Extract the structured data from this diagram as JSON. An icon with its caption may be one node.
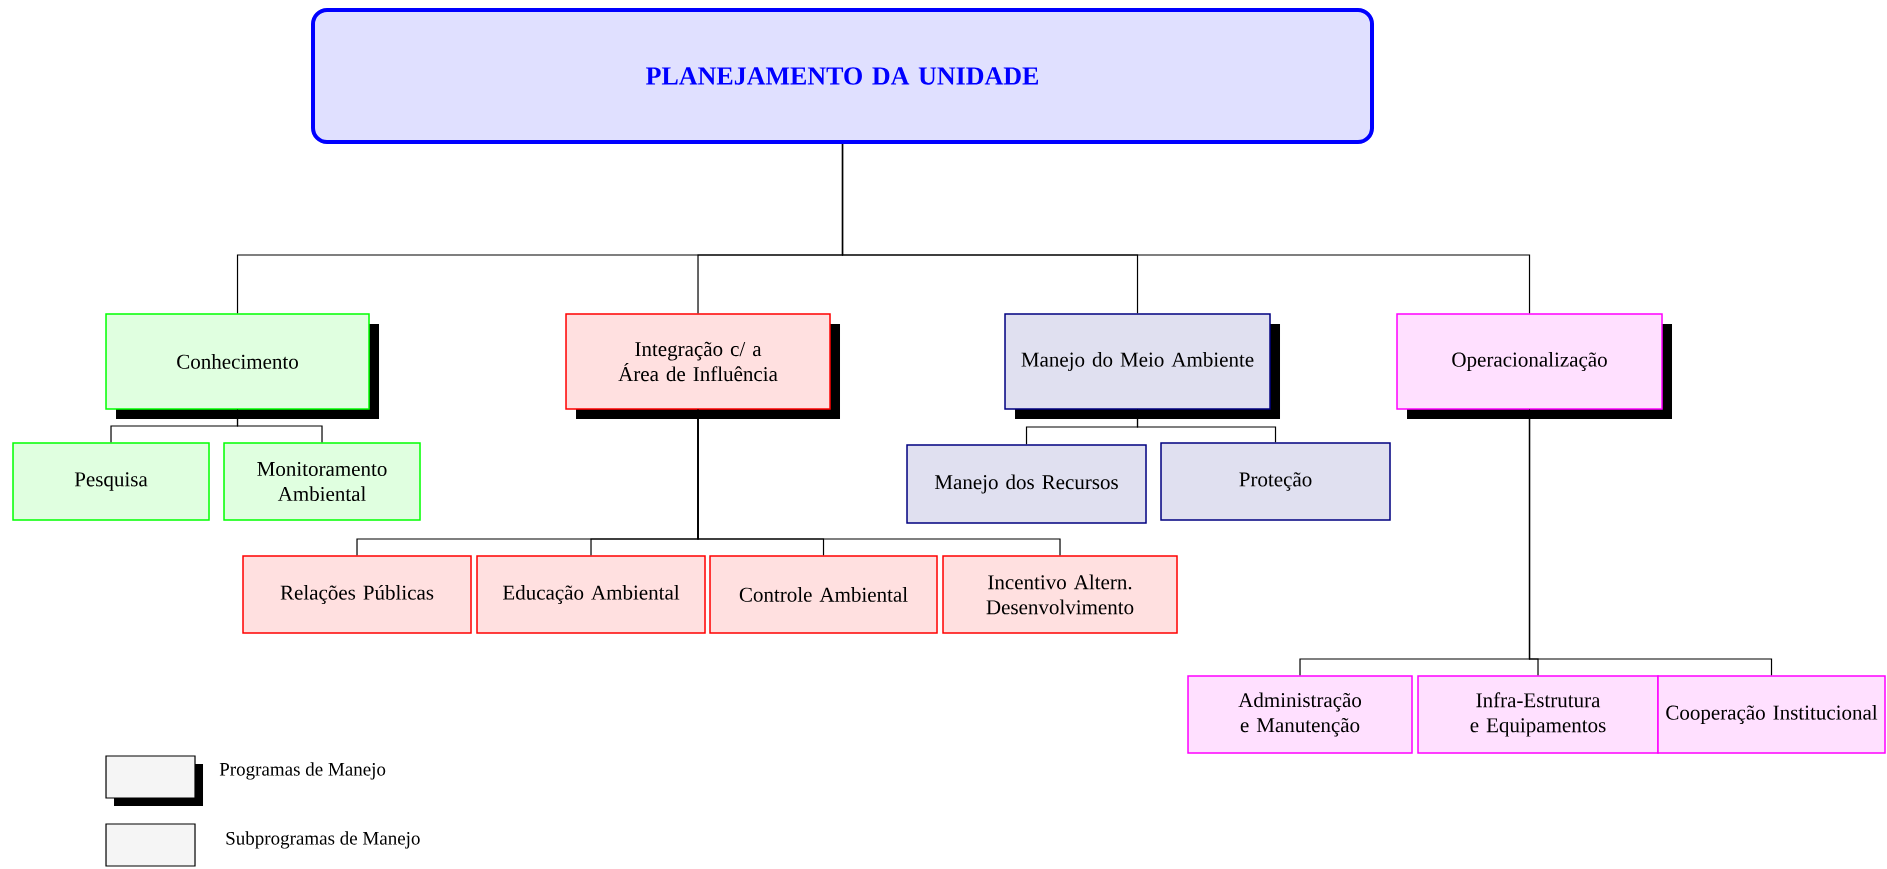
{
  "diagram": {
    "nodes": [
      {
        "text": [
          "PLANEJAMENTO DA UNIDADE"
        ]
      },
      {
        "text": [
          "Conhecimento"
        ]
      },
      {
        "text": [
          "Integração c/ a Área de Influência"
        ]
      },
      {
        "text": [
          "Manejo do Meio Ambiente"
        ]
      },
      {
        "text": [
          "Operacionalização"
        ]
      },
      {
        "text": [
          "Pesquisa"
        ]
      },
      {
        "text": [
          "Monitoramento Ambiental"
        ]
      },
      {
        "text": [
          "Manejo dos Recursos"
        ]
      },
      {
        "text": [
          "Proteção"
        ]
      },
      {
        "text": [
          "Relações Públicas"
        ]
      },
      {
        "text": [
          "Educação Ambiental"
        ]
      },
      {
        "text": [
          "Controle Ambiental"
        ]
      },
      {
        "text": [
          "Incentivo Altern. Desenvolvimento"
        ]
      },
      {
        "text": [
          "Administração e Manutenção"
        ]
      },
      {
        "text": [
          "Infra-Estrutura e Equipamentos"
        ]
      },
      {
        "text": [
          "Cooperação Institucional"
        ]
      }
    ],
    "edges": [
      {
        "from": 0,
        "to": 1,
        "arrow": "none"
      },
      {
        "from": 0,
        "to": 2,
        "arrow": "none"
      },
      {
        "from": 0,
        "to": 3,
        "arrow": "none"
      },
      {
        "from": 0,
        "to": 4,
        "arrow": "none"
      },
      {
        "from": 1,
        "to": 5,
        "arrow": "none"
      },
      {
        "from": 1,
        "to": 6,
        "arrow": "none"
      },
      {
        "from": 3,
        "to": 7,
        "arrow": "none"
      },
      {
        "from": 3,
        "to": 8,
        "arrow": "none"
      },
      {
        "from": 2,
        "to": 9,
        "arrow": "none"
      },
      {
        "from": 2,
        "to": 10,
        "arrow": "none"
      },
      {
        "from": 2,
        "to": 11,
        "arrow": "none"
      },
      {
        "from": 2,
        "to": 12,
        "arrow": "none"
      },
      {
        "from": 4,
        "to": 13,
        "arrow": "none"
      },
      {
        "from": 4,
        "to": 14,
        "arrow": "none"
      },
      {
        "from": 4,
        "to": 15,
        "arrow": "none"
      }
    ],
    "legend": [
      {
        "text": "Programas de Manejo"
      },
      {
        "text": "Subprogramas de Manejo"
      }
    ]
  }
}
